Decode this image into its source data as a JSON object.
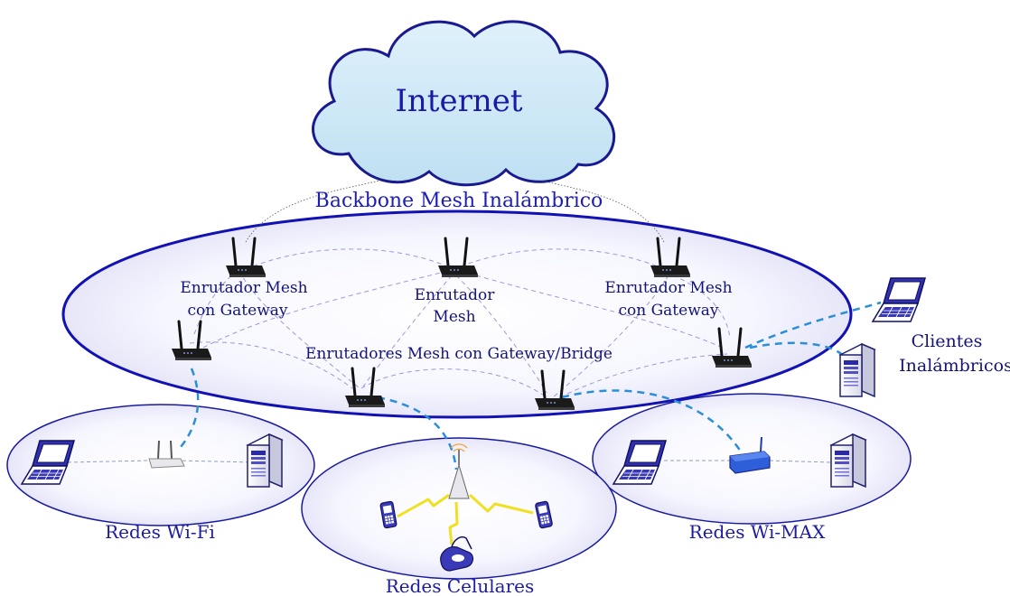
{
  "cloud": {
    "label": "Internet"
  },
  "backbone": {
    "title": "Backbone Mesh Inalámbrico"
  },
  "routers": {
    "gateway_left": [
      "Enrutador Mesh",
      "con Gateway"
    ],
    "mesh_center": [
      "Enrutador",
      "Mesh"
    ],
    "gateway_right": [
      "Enrutador Mesh",
      "con Gateway"
    ],
    "bridge_label": "Enrutadores Mesh con Gateway/Bridge"
  },
  "clients": {
    "label": [
      "Clientes",
      "Inalámbricos"
    ]
  },
  "networks": {
    "wifi": "Redes Wi-Fi",
    "cellular": "Redes Celulares",
    "wimax": "Redes Wi-MAX"
  },
  "colors": {
    "accent": "#1e1eb4",
    "cloud_fill": "#cde8f6",
    "wireless_link": "#2a8fd8",
    "mesh_link": "#9a9ad8",
    "radio_signal": "#f0e020"
  }
}
